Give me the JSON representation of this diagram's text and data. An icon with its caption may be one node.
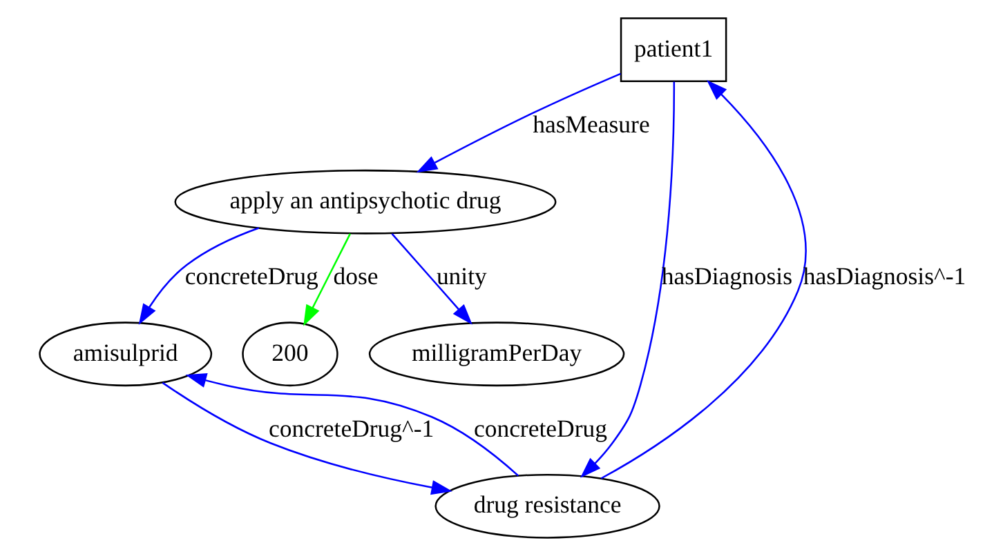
{
  "diagram": {
    "nodes": [
      {
        "text": [
          "patient1"
        ]
      },
      {
        "text": [
          "apply an antipsychotic drug"
        ]
      },
      {
        "text": [
          "amisulprid"
        ]
      },
      {
        "text": [
          "200"
        ]
      },
      {
        "text": [
          "milligramPerDay"
        ]
      },
      {
        "text": [
          "drug resistance"
        ]
      }
    ],
    "edges": [
      {
        "from": 0,
        "to": 1,
        "arrow": "to",
        "label": "hasMeasure"
      },
      {
        "from": 1,
        "to": 2,
        "arrow": "to",
        "label": "concreteDrug"
      },
      {
        "from": 1,
        "to": 3,
        "arrow": "to",
        "label": "dose",
        "color": "#00ff00"
      },
      {
        "from": 1,
        "to": 4,
        "arrow": "to",
        "label": "unity"
      },
      {
        "from": 0,
        "to": 5,
        "arrow": "to",
        "label": "hasDiagnosis"
      },
      {
        "from": 5,
        "to": 0,
        "arrow": "to",
        "label": "hasDiagnosis^-1"
      },
      {
        "from": 2,
        "to": 5,
        "arrow": "to",
        "label": "concreteDrug^-1"
      },
      {
        "from": 5,
        "to": 2,
        "arrow": "to",
        "label": "concreteDrug"
      }
    ]
  }
}
